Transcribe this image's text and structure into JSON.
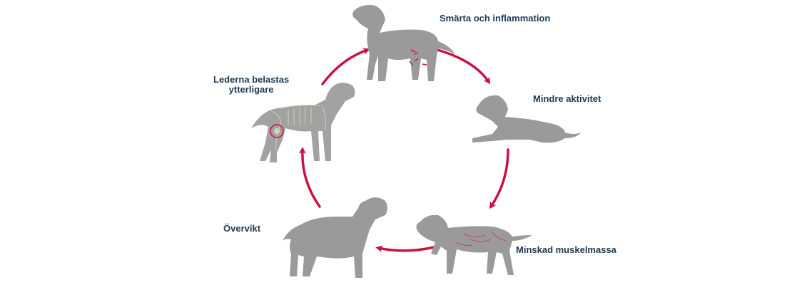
{
  "colors": {
    "dog": "#9a9a9a",
    "arrow": "#c8123f",
    "label": "#1f3a52",
    "background": "#ffffff"
  },
  "stages": [
    {
      "label": "Smärta och inflammation",
      "icon": "standing-dog-pain-icon"
    },
    {
      "label": "Mindre aktivitet",
      "icon": "lying-dog-icon"
    },
    {
      "label": "Minskad muskelmassa",
      "icon": "weak-dog-icon"
    },
    {
      "label": "Övervikt",
      "icon": "overweight-dog-icon"
    },
    {
      "label_lines": [
        "Lederna belastas",
        "ytterligare"
      ],
      "icon": "skeleton-dog-icon"
    }
  ]
}
